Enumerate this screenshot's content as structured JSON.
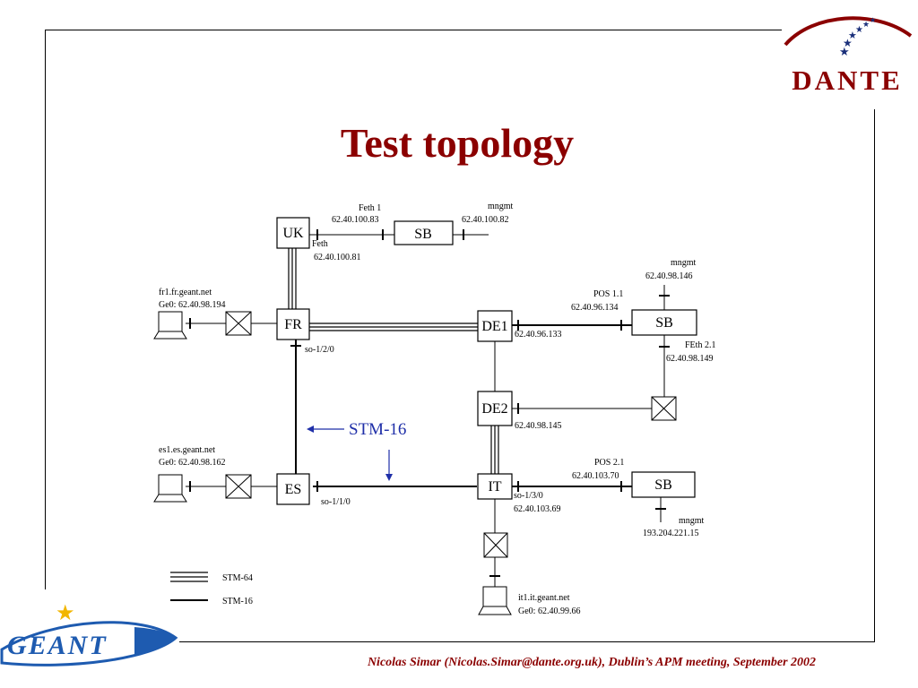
{
  "slide": {
    "title": "Test topology",
    "footer": "Nicolas Simar (Nicolas.Simar@dante.org.uk), Dublin’s APM meeting, September 2002"
  },
  "logos": {
    "dante": "DANTE",
    "geant": "GEANT"
  },
  "routers": {
    "uk": "UK",
    "fr": "FR",
    "es": "ES",
    "de1": "DE1",
    "de2": "DE2",
    "it": "IT",
    "sb_uk": "SB",
    "sb_de": "SB",
    "sb_it": "SB"
  },
  "labels": {
    "uk_feth1": "Feth 1",
    "uk_feth1_ip": "62.40.100.83",
    "uk_mngmt": "mngmt",
    "uk_mngmt_ip": "62.40.100.82",
    "uk_feth": "Feth",
    "uk_feth_ip": "62.40.100.81",
    "fr_host": "fr1.fr.geant.net",
    "fr_host_ip": "Ge0: 62.40.98.194",
    "fr_so": "so-1/2/0",
    "de1_ip": "62.40.96.133",
    "de_pos": "POS 1.1",
    "de_pos_ip": "62.40.96.134",
    "de_mngmt": "mngmt",
    "de_mngmt_ip": "62.40.98.146",
    "de_feth": "FEth 2.1",
    "de_feth_ip": "62.40.98.149",
    "de2_ip": "62.40.98.145",
    "stm16_callout": "STM-16",
    "es_host": "es1.es.geant.net",
    "es_host_ip": "Ge0: 62.40.98.162",
    "es_so": "so-1/1/0",
    "it_pos": "POS 2.1",
    "it_pos_ip": "62.40.103.70",
    "it_so": "so-1/3/0",
    "it_so_ip": "62.40.103.69",
    "it_mngmt": "mngmt",
    "it_mngmt_ip": "193.204.221.15",
    "it_host": "it1.it.geant.net",
    "it_host_ip": "Ge0: 62.40.99.66"
  },
  "legend": {
    "stm64": "STM-64",
    "stm16": "STM-16"
  },
  "colors": {
    "title": "#8b0000",
    "footer": "#8b0000",
    "callout": "#1f2fa8",
    "dante_blue": "#1a2f7a",
    "geant_blue": "#1e5bb0",
    "geant_star": "#f2b600"
  }
}
